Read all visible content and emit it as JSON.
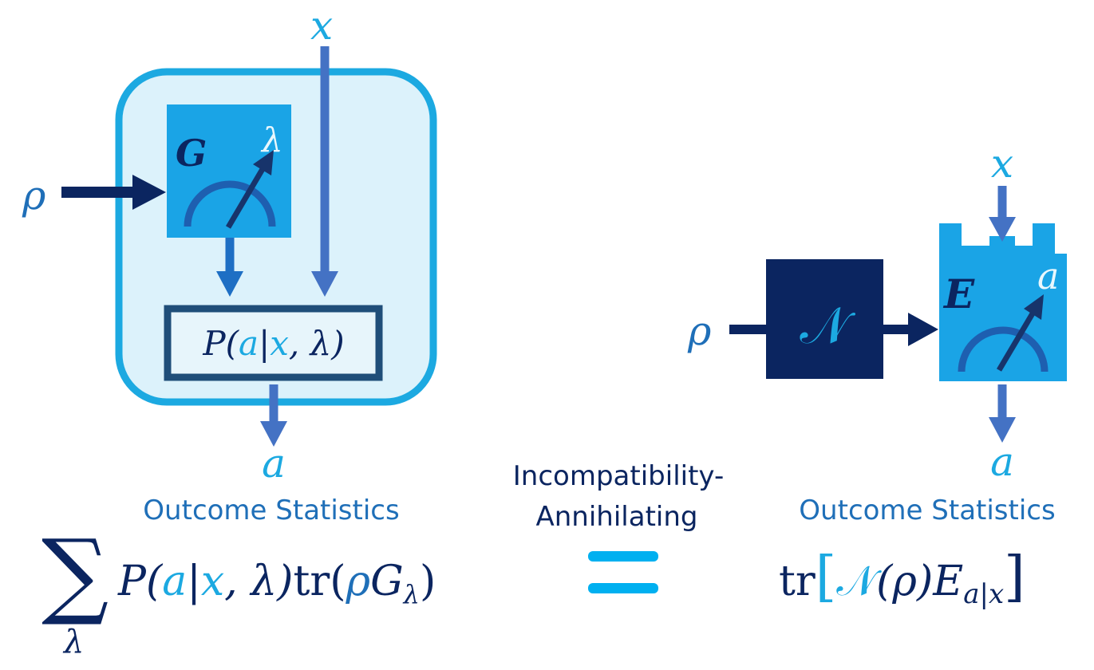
{
  "colors": {
    "dark_navy": "#0b2560",
    "navy": "#17346b",
    "medium_blue": "#4472c4",
    "bright_blue": "#00b0f0",
    "light_blue": "#1ca9e1",
    "pale_blue": "#dcf2fb",
    "box_blue": "#1aa4e6",
    "text_blue": "#1f6fb8",
    "white": "#ffffff"
  },
  "left": {
    "rho": "ρ",
    "x": "x",
    "a": "a",
    "G": "G",
    "lambda": "λ",
    "box": {
      "P_open": "P(",
      "a": "a",
      "bar": "|",
      "x": "x",
      "comma_lambda": ", λ)"
    },
    "caption": "Outcome Statistics",
    "formula": {
      "sum": "∑",
      "sum_index": "λ",
      "P_open": "P(",
      "a": "a",
      "bar": "|",
      "x": "x",
      "comma_lambda": ", λ)",
      "tr": "tr",
      "open": "(",
      "rho": "ρ",
      "G": "G",
      "sub": "λ",
      "close": ")"
    }
  },
  "middle": {
    "line1": "Incompatibility-",
    "line2": "Annihilating",
    "equals_symbol": "="
  },
  "right": {
    "rho": "ρ",
    "N": "𝒩",
    "E": "E",
    "a_meter": "a",
    "x": "x",
    "a": "a",
    "caption": "Outcome Statistics",
    "formula": {
      "tr": "tr",
      "lbracket": "[",
      "N": "𝒩",
      "paren": "(ρ)",
      "E": "E",
      "sub": "a|x",
      "rbracket": "]"
    }
  }
}
